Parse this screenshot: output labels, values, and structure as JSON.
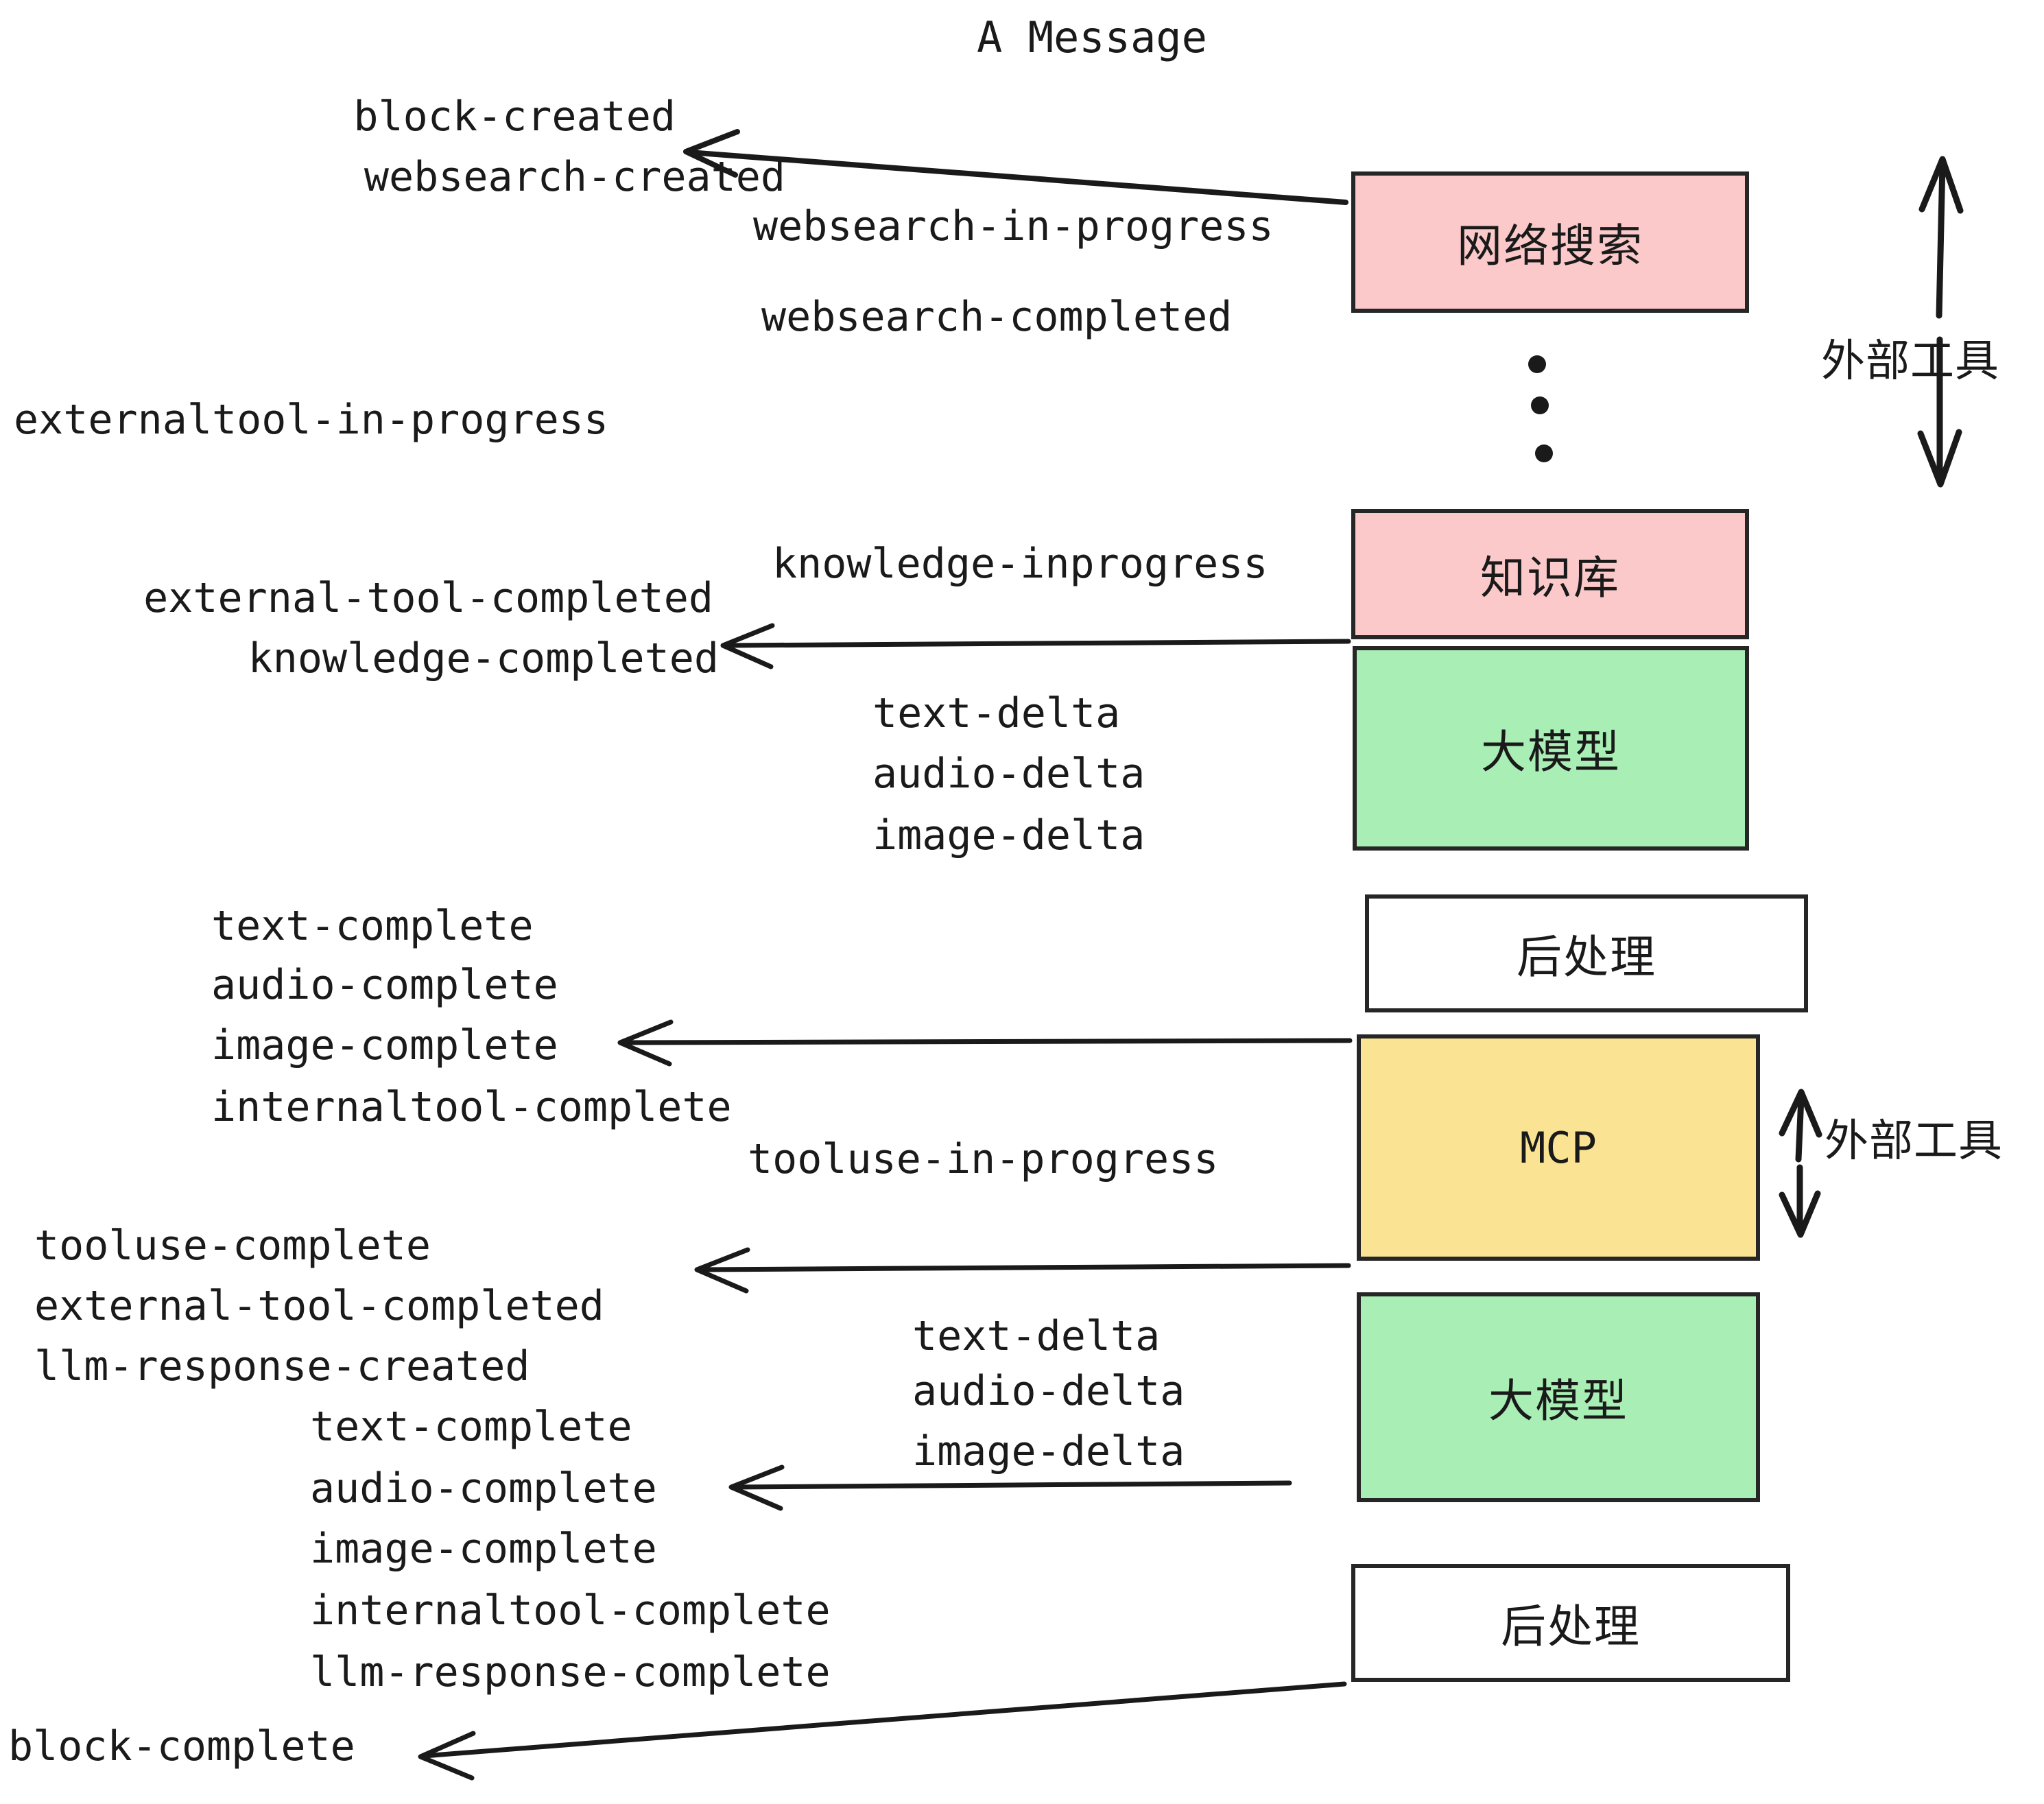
{
  "title": "A Message",
  "boxes": [
    {
      "id": "websearch",
      "label": "网络搜索",
      "color": "#fbc9c9"
    },
    {
      "id": "knowledge",
      "label": "知识库",
      "color": "#fbc9c9"
    },
    {
      "id": "llm-1",
      "label": "大模型",
      "color": "#a9eeb5"
    },
    {
      "id": "postprocess-1",
      "label": "后处理",
      "color": "#ffffff"
    },
    {
      "id": "mcp",
      "label": "MCP",
      "color": "#fae392"
    },
    {
      "id": "llm-2",
      "label": "大模型",
      "color": "#a9eeb5"
    },
    {
      "id": "postprocess-2",
      "label": "后处理",
      "color": "#ffffff"
    }
  ],
  "group_labels": {
    "external_tools_top": "外部工具",
    "external_tools_bottom": "外部工具"
  },
  "events": {
    "block_created": "block-created",
    "websearch_created": "websearch-created",
    "websearch_in_progress": "websearch-in-progress",
    "websearch_completed": "websearch-completed",
    "externaltool_in_progress": "externaltool-in-progress",
    "knowledge_inprogress": "knowledge-inprogress",
    "external_tool_completed_1": "external-tool-completed",
    "knowledge_completed": "knowledge-completed",
    "text_delta_1": "text-delta",
    "audio_delta_1": "audio-delta",
    "image_delta_1": "image-delta",
    "text_complete_1": "text-complete",
    "audio_complete_1": "audio-complete",
    "image_complete_1": "image-complete",
    "internaltool_complete_1": "internaltool-complete",
    "tooluse_in_progress": "tooluse-in-progress",
    "tooluse_complete": "tooluse-complete",
    "external_tool_completed_2": "external-tool-completed",
    "llm_response_created": "llm-response-created",
    "text_delta_2": "text-delta",
    "audio_delta_2": "audio-delta",
    "image_delta_2": "image-delta",
    "text_complete_2": "text-complete",
    "audio_complete_2": "audio-complete",
    "image_complete_2": "image-complete",
    "internaltool_complete_2": "internaltool-complete",
    "llm_response_complete": "llm-response-complete",
    "block_complete": "block-complete"
  },
  "colors": {
    "stroke": "#1a1a1a",
    "pink": "#fbc9c9",
    "green": "#a9eeb5",
    "yellow": "#fae392",
    "white": "#ffffff"
  }
}
